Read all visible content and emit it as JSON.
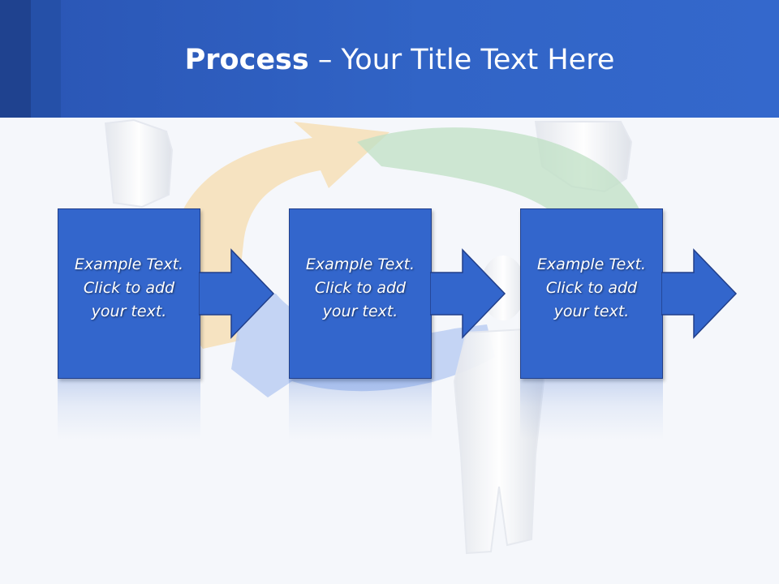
{
  "slide": {
    "title_bold": "Process",
    "title_rest": " – Your Title Text Here"
  },
  "steps": [
    {
      "line1": "Example Text.",
      "line2": "Click  to add",
      "line3": "your text."
    },
    {
      "line1": "Example Text.",
      "line2": "Click  to add",
      "line3": "your text."
    },
    {
      "line1": "Example Text.",
      "line2": "Click  to add",
      "line3": "your text."
    }
  ],
  "colors": {
    "header": "#3164c6",
    "box_fill": "#3366cc",
    "box_border": "#213f8a",
    "background": "#f5f7fb",
    "cycle_orange": "#f6dcae",
    "cycle_green": "#bfe0c4",
    "cycle_blue": "#b3c8f2"
  },
  "icons": {
    "step_arrow": "right-arrow-icon",
    "background_graphic": "cycle-arrows-with-3d-figures"
  }
}
